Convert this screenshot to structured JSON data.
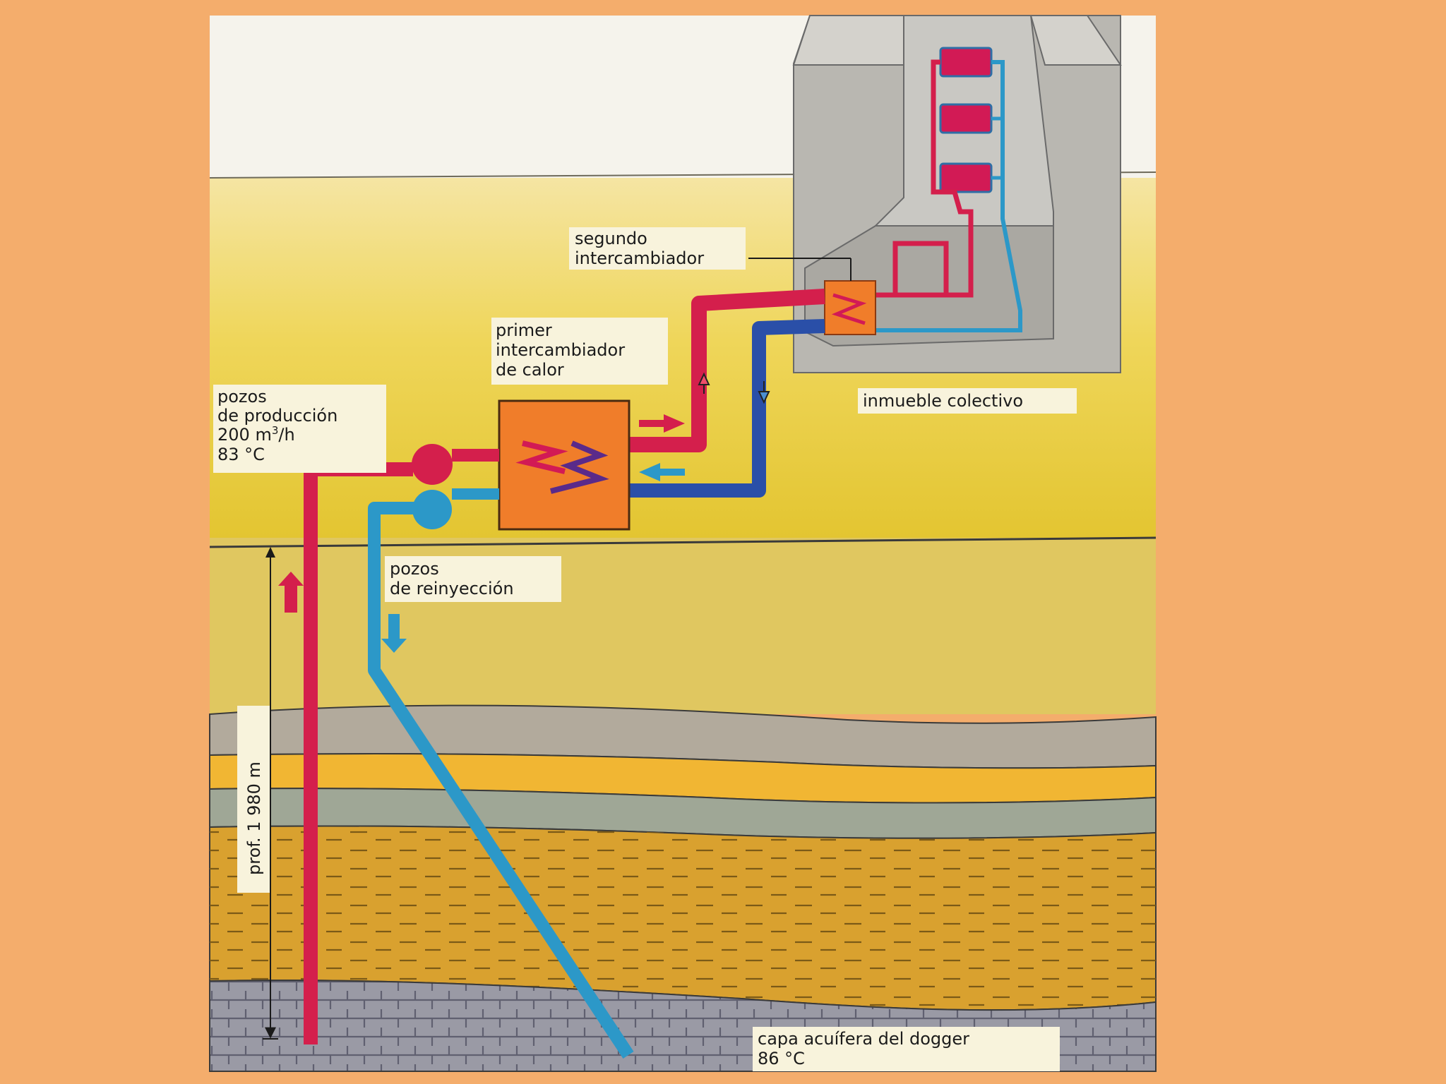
{
  "labels": {
    "second_exchanger": [
      "segundo",
      "intercambiador"
    ],
    "first_exchanger": [
      "primer",
      "intercambiador",
      "de calor"
    ],
    "production_wells": [
      "pozos",
      "de producción",
      "200 m",
      "/h",
      "83 °C"
    ],
    "production_wells_sup": "3",
    "reinjection_wells": [
      "pozos",
      "de reinyección"
    ],
    "building": "inmueble colectivo",
    "depth": "prof. 1 980 m",
    "aquifer": [
      "capa acuífera del dogger",
      "86 °C"
    ]
  },
  "colors": {
    "page_background": "#f4ad6c",
    "hot_pipe": "#d41f4c",
    "cold_pipe": "#2c98c8",
    "return_pipe": "#2a4fa8",
    "exchanger": "#f07d2a",
    "building": "#bdbbb4",
    "radiator": "#d21a55",
    "surface_soil": "#ecd550",
    "aquifer_rock": "#9797a2"
  }
}
